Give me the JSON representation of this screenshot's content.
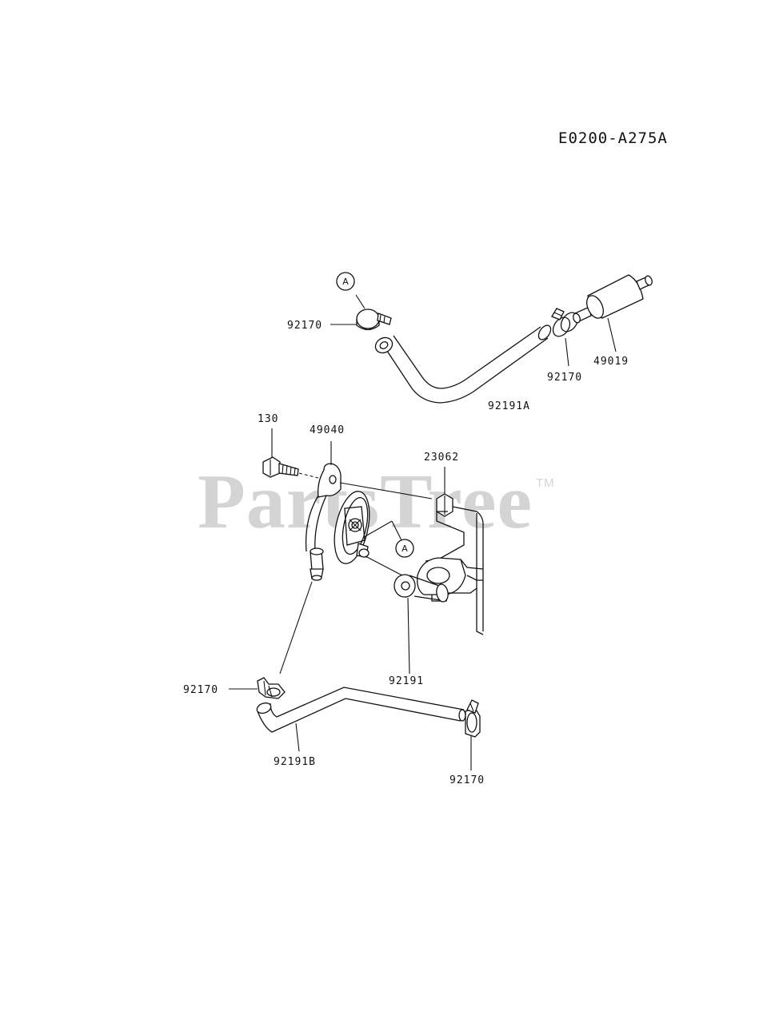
{
  "diagram": {
    "code": "E0200-A275A",
    "watermark": "PartsTree",
    "watermark_tm": "TM",
    "ref_marker": "A",
    "labels": {
      "clamp_top_left": "92170",
      "fuel_hose_a": "92191A",
      "clamp_top_right": "92170",
      "fuel_filter": "49019",
      "bolt": "130",
      "fuel_pump": "49040",
      "bracket": "23062",
      "fuel_hose": "92191",
      "clamp_bottom_left": "92170",
      "fuel_hose_b": "92191B",
      "clamp_bottom_right": "92170"
    }
  }
}
